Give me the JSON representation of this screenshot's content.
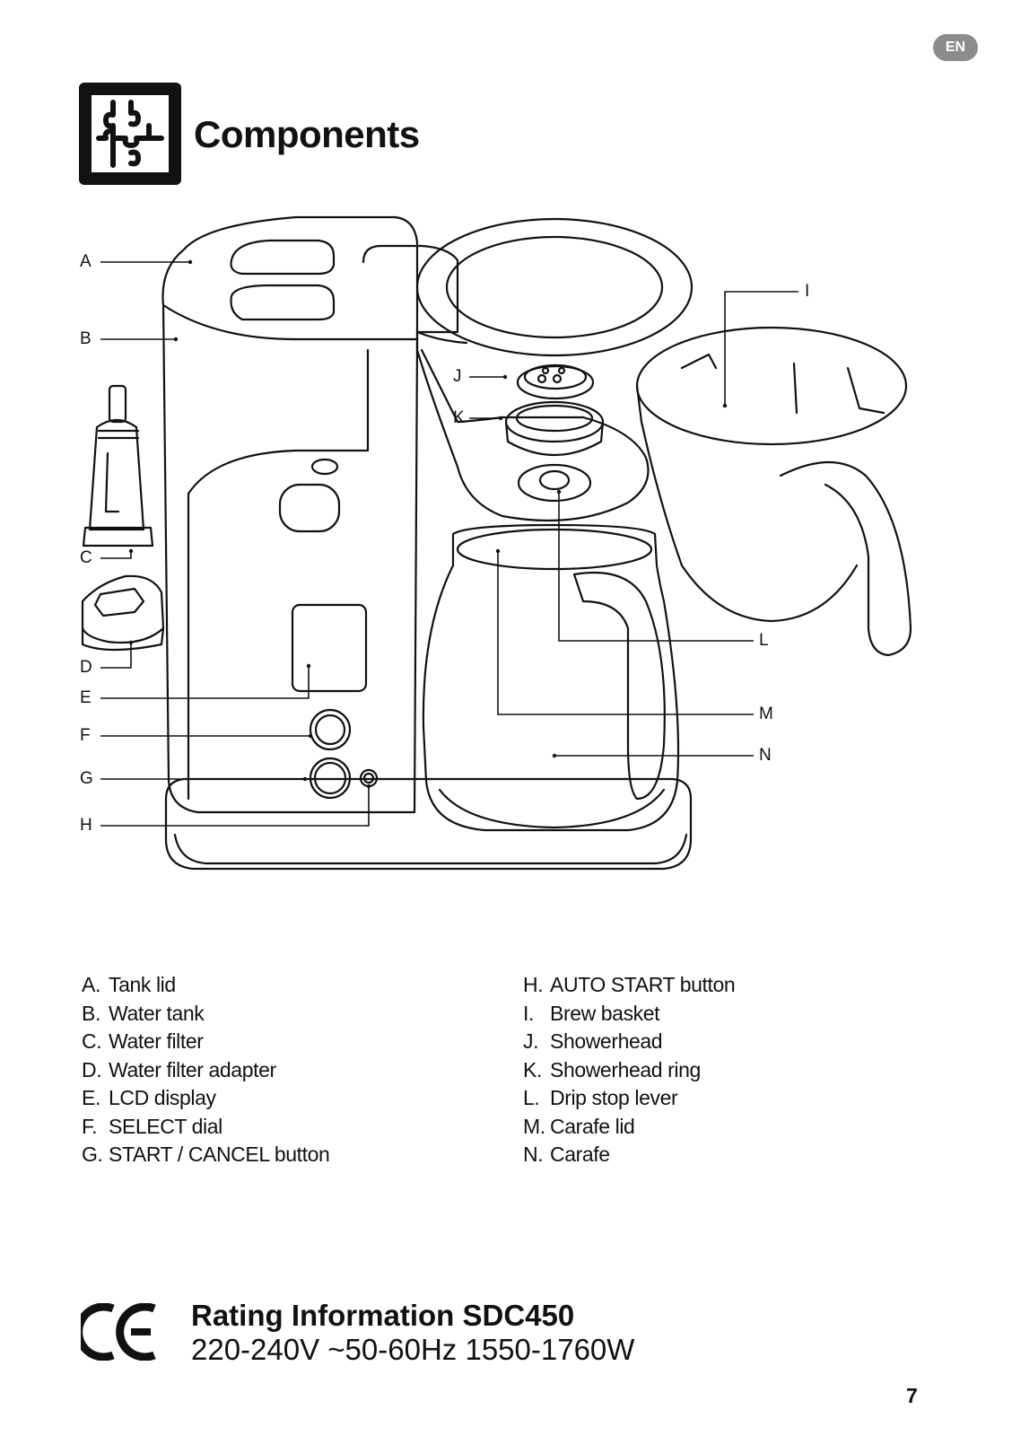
{
  "language_badge": "EN",
  "section": {
    "icon": "puzzle-icon",
    "title": "Components"
  },
  "callouts": [
    "A",
    "B",
    "C",
    "D",
    "E",
    "F",
    "G",
    "H",
    "I",
    "J",
    "K",
    "L",
    "M",
    "N"
  ],
  "legend": {
    "left": [
      {
        "key": "A.",
        "label": "Tank lid"
      },
      {
        "key": "B.",
        "label": "Water tank"
      },
      {
        "key": "C.",
        "label": "Water filter"
      },
      {
        "key": "D.",
        "label": "Water filter adapter"
      },
      {
        "key": "E.",
        "label": "LCD display"
      },
      {
        "key": "F.",
        "label": "SELECT dial"
      },
      {
        "key": "G.",
        "label": "START / CANCEL button"
      }
    ],
    "right": [
      {
        "key": "H.",
        "label": "AUTO START button"
      },
      {
        "key": "I.",
        "label": "Brew basket"
      },
      {
        "key": "J.",
        "label": "Showerhead"
      },
      {
        "key": "K.",
        "label": "Showerhead ring"
      },
      {
        "key": "L.",
        "label": "Drip stop lever"
      },
      {
        "key": "M.",
        "label": "Carafe lid"
      },
      {
        "key": "N.",
        "label": "Carafe"
      }
    ]
  },
  "rating": {
    "mark": "ce-mark",
    "title": "Rating Information SDC450",
    "value": "220-240V ~50-60Hz 1550-1760W"
  },
  "page_number": "7"
}
